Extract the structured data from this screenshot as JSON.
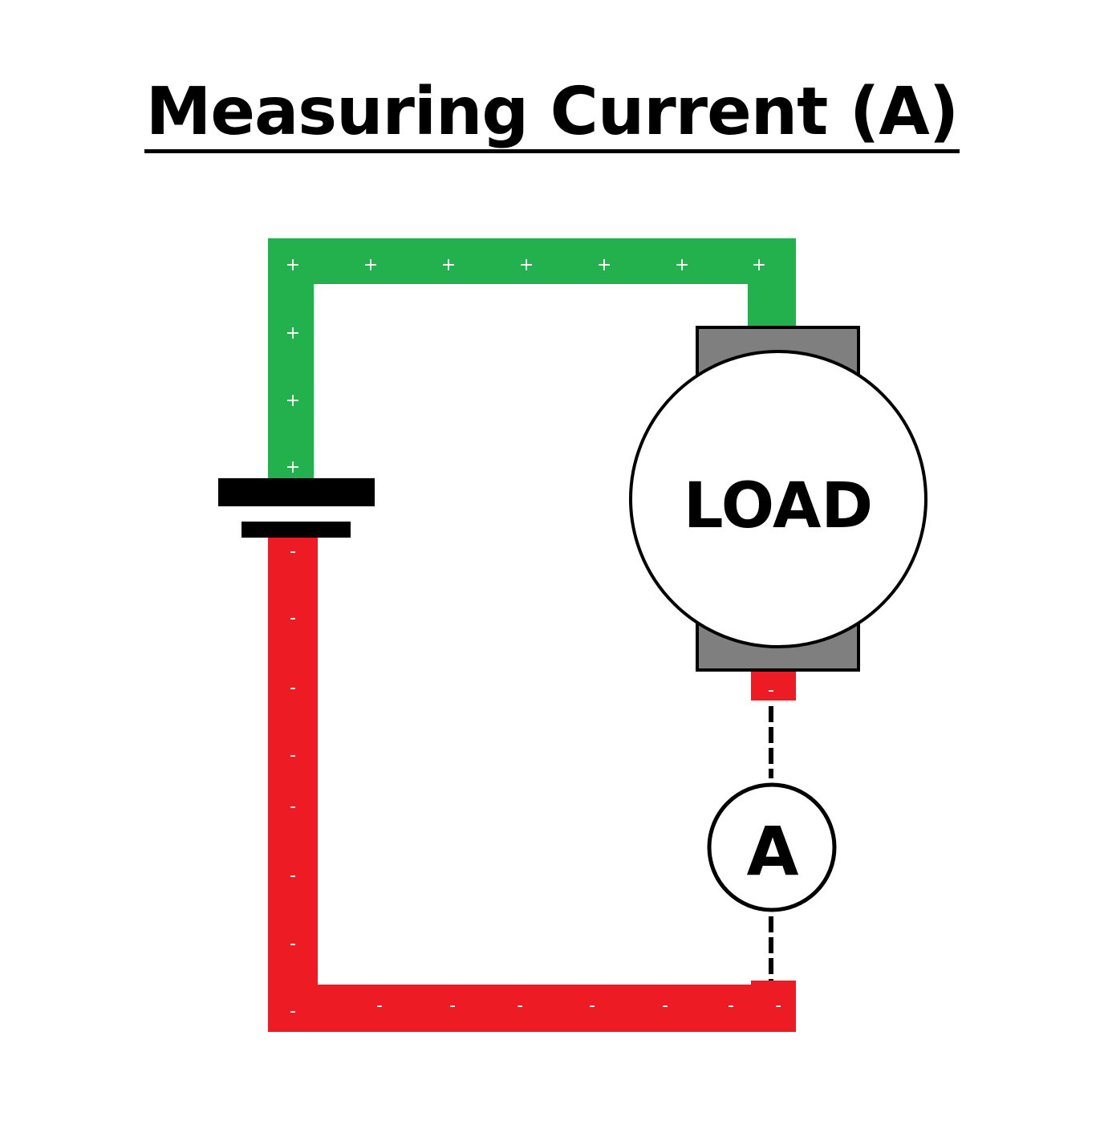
{
  "title": "Measuring Current (A)",
  "load": {
    "label": "LOAD"
  },
  "ammeter": {
    "label": "A"
  },
  "wires": {
    "positive_symbol": "+",
    "negative_symbol": "-",
    "positive_color": "#22b14c",
    "negative_color": "#ed1c24"
  },
  "colors": {
    "load_housing": "#7f7f7f",
    "outline": "#000000",
    "background": "#ffffff"
  }
}
